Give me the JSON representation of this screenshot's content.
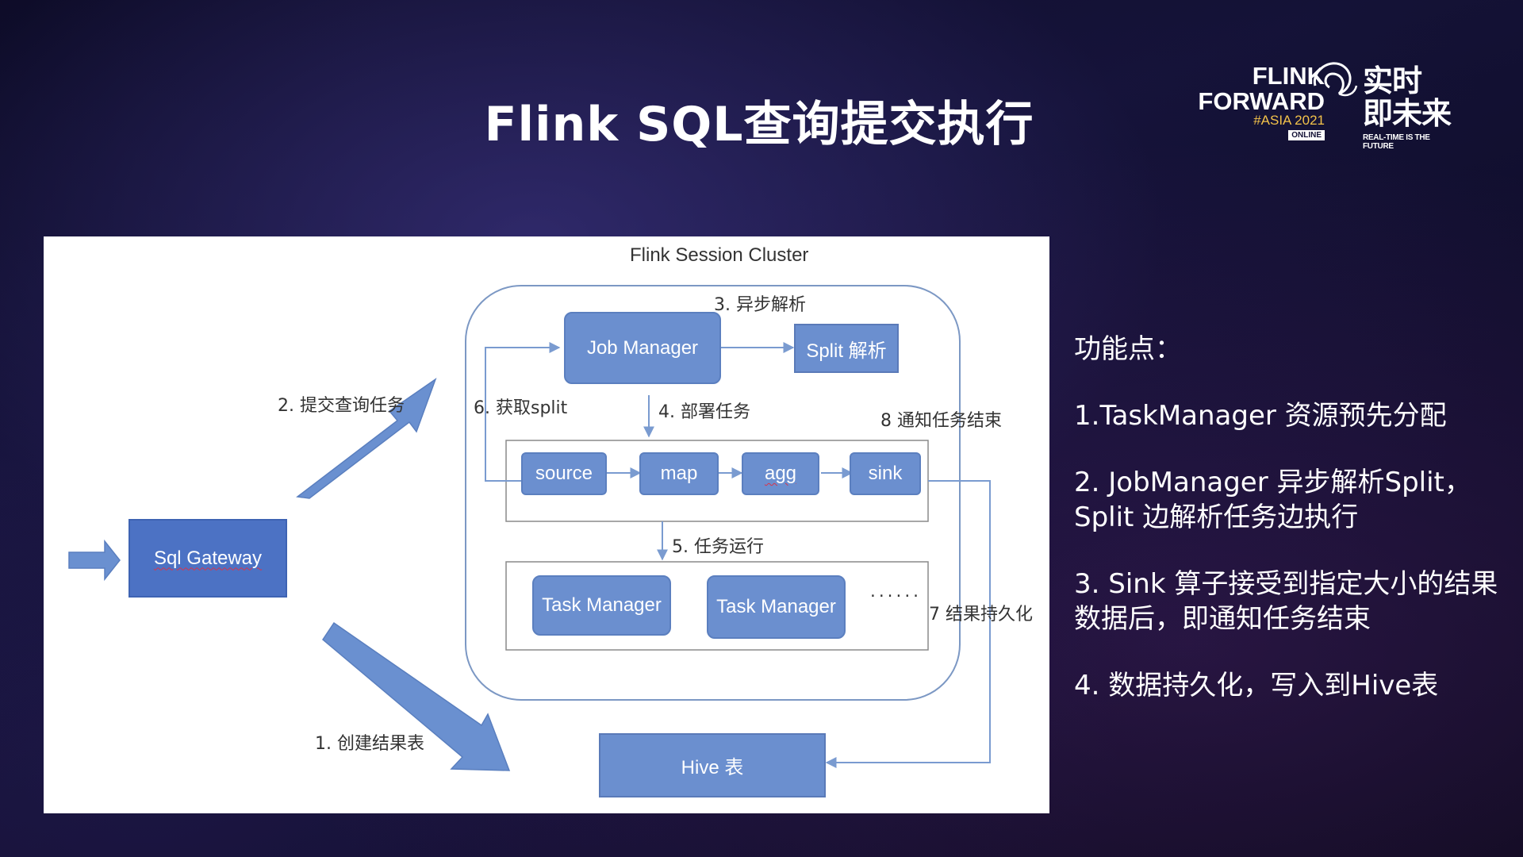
{
  "slide": {
    "title": "Flink SQL查询提交执行"
  },
  "logo": {
    "line1": "FLINK",
    "line2": "FORWARD",
    "edition": "#ASIA 2021",
    "badge": "ONLINE",
    "cn_line1": "实时",
    "cn_line2": "即未来",
    "tagline": "REAL-TIME IS THE FUTURE"
  },
  "diagram": {
    "cluster_title": "Flink Session Cluster",
    "boxes": {
      "sql_gateway": "Sql Gateway",
      "job_manager": "Job Manager",
      "split_parse": "Split 解析",
      "source": "source",
      "map": "map",
      "agg": "agg",
      "sink": "sink",
      "task_manager_1": "Task Manager",
      "task_manager_2": "Task Manager",
      "ellipsis": "......",
      "hive_table": "Hive 表"
    },
    "steps": {
      "step1": "1. 创建结果表",
      "step2": "2. 提交查询任务",
      "step3": "3. 异步解析",
      "step4": "4. 部署任务",
      "step5": "5. 任务运行",
      "step6": "6. 获取split",
      "step7": "7 结果持久化",
      "step8": "8 通知任务结束"
    }
  },
  "features": {
    "heading": "功能点：",
    "items": [
      "1.TaskManager 资源预先分配",
      "2. JobManager 异步解析Split，Split 边解析任务边执行",
      "3. Sink 算子接受到指定大小的结果数据后，即通知任务结束",
      "4. 数据持久化，写入到Hive表"
    ]
  },
  "colors": {
    "box_fill": "#6b8fcf",
    "sql_gateway_fill": "#4c72c4",
    "arrow_fill": "#6a90d0",
    "line": "#7a9bd0"
  }
}
